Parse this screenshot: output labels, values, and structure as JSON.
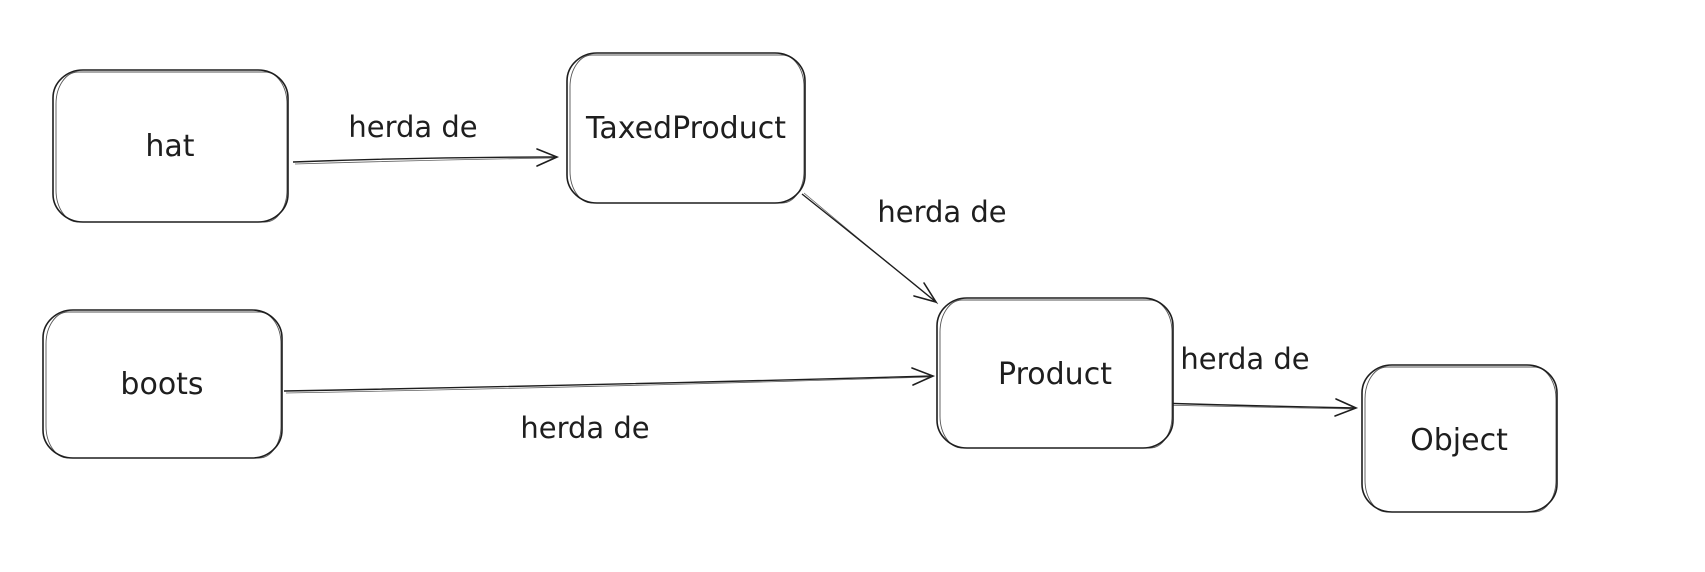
{
  "canvas": {
    "background": "#ffffff",
    "stroke_color": "#1e1e1e"
  },
  "diagram": {
    "type": "inheritance-graph",
    "nodes": [
      {
        "id": "hat",
        "label": "hat"
      },
      {
        "id": "taxedproduct",
        "label": "TaxedProduct"
      },
      {
        "id": "boots",
        "label": "boots"
      },
      {
        "id": "product",
        "label": "Product"
      },
      {
        "id": "object",
        "label": "Object"
      }
    ],
    "edges": [
      {
        "from": "hat",
        "to": "TaxedProduct",
        "label": "herda de"
      },
      {
        "from": "TaxedProduct",
        "to": "Product",
        "label": "herda de"
      },
      {
        "from": "boots",
        "to": "Product",
        "label": "herda de"
      },
      {
        "from": "Product",
        "to": "Object",
        "label": "herda de"
      }
    ]
  }
}
